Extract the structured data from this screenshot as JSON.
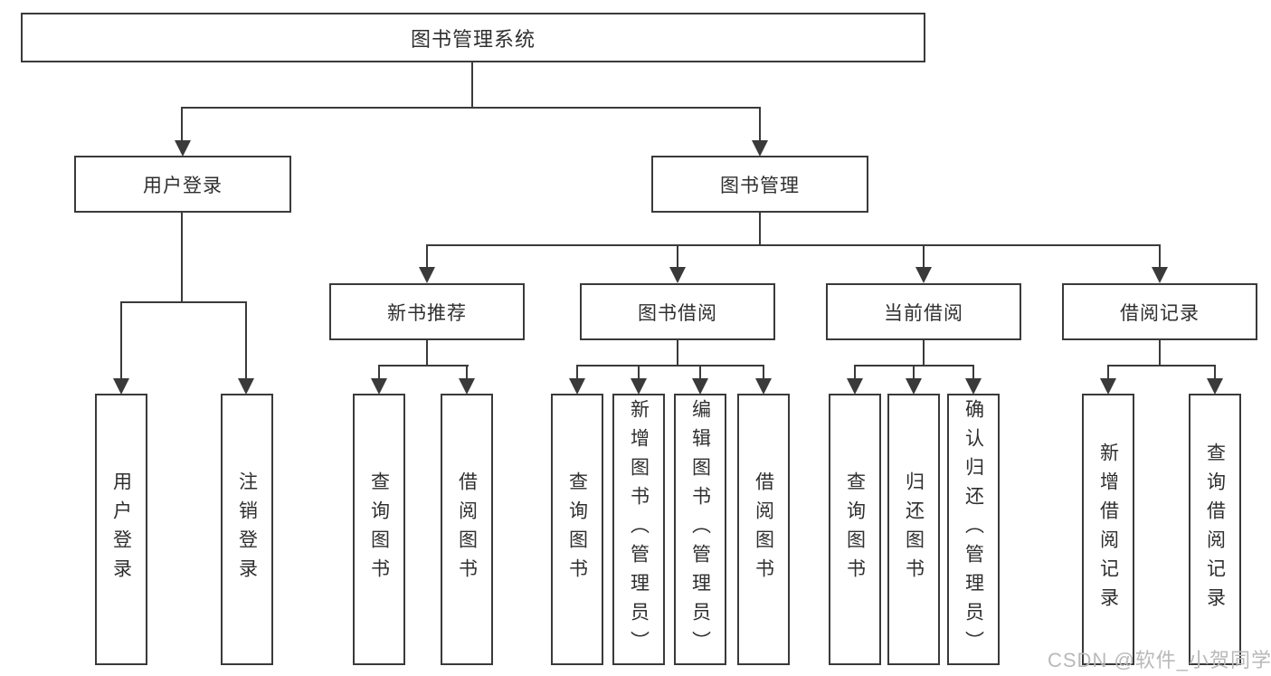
{
  "tree": {
    "root": "图书管理系统",
    "branches": [
      {
        "label": "用户登录",
        "children": [
          "用户登录",
          "注销登录"
        ]
      },
      {
        "label": "图书管理",
        "groups": [
          {
            "label": "新书推荐",
            "children": [
              "查询图书",
              "借阅图书"
            ]
          },
          {
            "label": "图书借阅",
            "children": [
              "查询图书",
              "新增图书（管理员）",
              "编辑图书（管理员）",
              "借阅图书"
            ]
          },
          {
            "label": "当前借阅",
            "children": [
              "查询图书",
              "归还图书",
              "确认归还（管理员）"
            ]
          },
          {
            "label": "借阅记录",
            "children": [
              "新增借阅记录",
              "查询借阅记录"
            ]
          }
        ]
      }
    ]
  },
  "watermark": "CSDN @软件_小贺同学",
  "colors": {
    "line": "#3a3a3a",
    "text": "#2f2f2f",
    "box_fill": "#ffffff",
    "watermark": "#b9b9b9",
    "background": "#ffffff"
  }
}
